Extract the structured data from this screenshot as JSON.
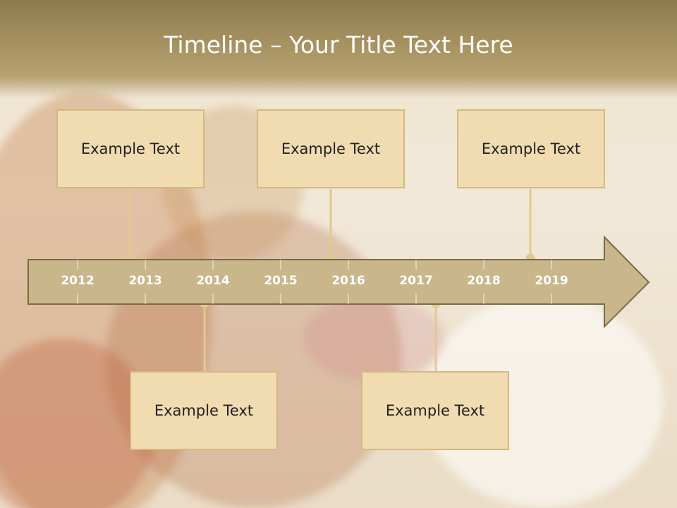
{
  "slide": {
    "title": "Timeline – Your Title Text Here",
    "colors": {
      "arrow_fill": "#c9b78b",
      "arrow_stroke": "#7a6a44",
      "box_fill": "#f1dbb0",
      "box_border": "#d3b980",
      "connector": "#e2c992",
      "header_band": "#a48f5e"
    }
  },
  "timeline": {
    "years": [
      "2012",
      "2013",
      "2014",
      "2015",
      "2016",
      "2017",
      "2018",
      "2019"
    ]
  },
  "events_top": [
    {
      "text": "Example Text"
    },
    {
      "text": "Example Text"
    },
    {
      "text": "Example Text"
    }
  ],
  "events_bottom": [
    {
      "text": "Example Text"
    },
    {
      "text": "Example Text"
    }
  ]
}
